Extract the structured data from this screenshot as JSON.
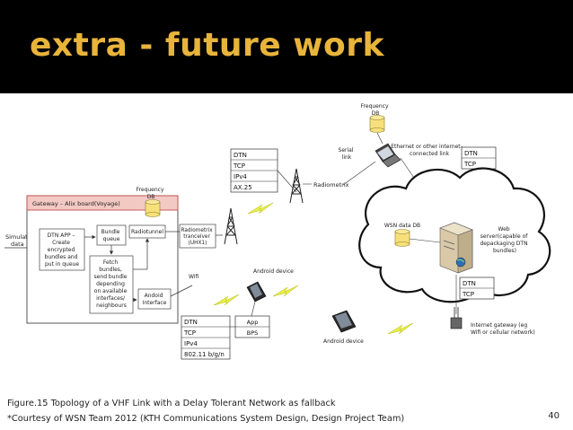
{
  "slide": {
    "title": "extra - future work",
    "caption_line1": "Figure.15 Topology of a VHF Link with a Delay Tolerant Network as fallback",
    "caption_line2": "*Courtesy of WSN Team 2012 (KTH Communications System Design, Design Project Team)",
    "page_number": "40"
  },
  "diagram": {
    "simulated_data": [
      "Simulated",
      "data"
    ],
    "gateway_title": "Gateway – Alix board(Voyage)",
    "dtn_app": [
      "DTN APP –",
      "Create",
      "encrypted",
      "bundles and",
      "put in queue"
    ],
    "bundle_queue": [
      "Bundle",
      "queue"
    ],
    "radiotunnel": "Radiotunnel",
    "fetch_bundles": [
      "Fetch",
      "bundles,",
      "send bundle",
      "depending",
      "on available",
      "interfaces/",
      "neighbours"
    ],
    "android_interface": [
      "Andoid",
      "Interface"
    ],
    "frequency_db_left": [
      "Frequency",
      "DB"
    ],
    "frequency_db_right": [
      "Frequency",
      "DB"
    ],
    "radiometrix_transceiver": [
      "Radiometrix",
      "tranceiver",
      "(UHX1)"
    ],
    "radiometrix": "Radiometrix",
    "wifi": "Wifi",
    "stack_top": [
      "DTN",
      "TCP",
      "IPv4",
      "AX.25"
    ],
    "stack_bottom_left": [
      "DTN",
      "TCP",
      "IPv4",
      "802.11 b/g/n"
    ],
    "app_gps": [
      "App",
      "BPS"
    ],
    "android_device_top": "Android device",
    "android_device_bottom": "Android device",
    "serial_link": [
      "Serial",
      "link"
    ],
    "ethernet_link": [
      "Ethernet or other internet-",
      "connected link"
    ],
    "stack_right_top": [
      "DTN",
      "TCP"
    ],
    "wsn_data_db": "WSN data DB",
    "web_server": [
      "Web",
      "server(capable of",
      "depackaging DTN",
      "bundles)"
    ],
    "stack_right_bottom": [
      "DTN",
      "TCP"
    ],
    "internet_gateway": [
      "Internet gateway (eg",
      "Wifi or cellular network)"
    ]
  }
}
